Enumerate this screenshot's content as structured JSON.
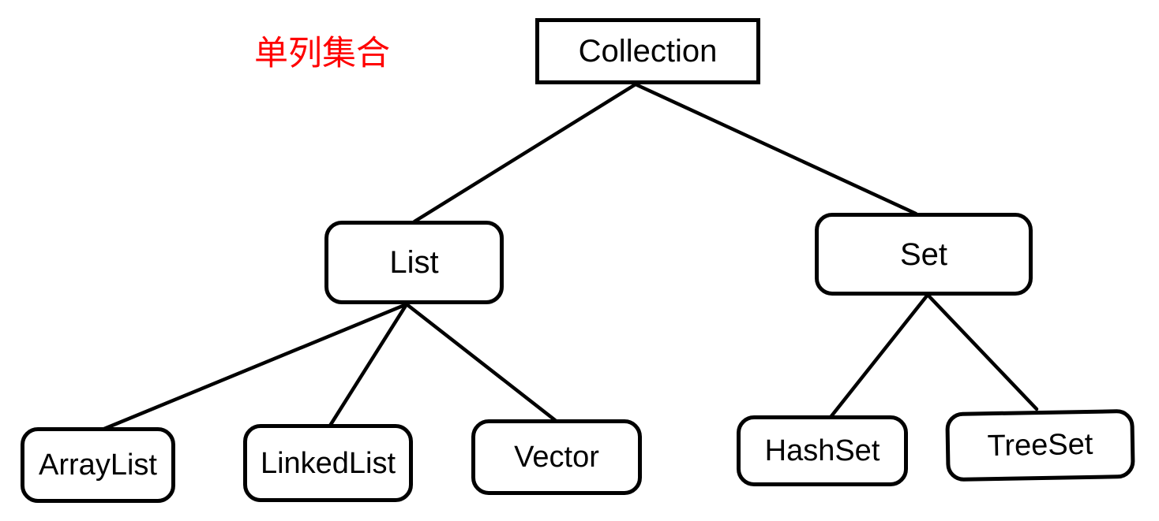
{
  "title": {
    "text": "单列集合",
    "color": "#ff0000"
  },
  "diagram": {
    "type": "hierarchy-tree",
    "nodes": {
      "collection": {
        "label": "Collection",
        "shape": "rectangle"
      },
      "list": {
        "label": "List",
        "shape": "rounded-rectangle"
      },
      "set": {
        "label": "Set",
        "shape": "rounded-rectangle"
      },
      "arraylist": {
        "label": "ArrayList",
        "shape": "rounded-rectangle"
      },
      "linkedlist": {
        "label": "LinkedList",
        "shape": "rounded-rectangle"
      },
      "vector": {
        "label": "Vector",
        "shape": "rounded-rectangle"
      },
      "hashset": {
        "label": "HashSet",
        "shape": "rounded-rectangle"
      },
      "treeset": {
        "label": "TreeSet",
        "shape": "rounded-rectangle"
      }
    },
    "edges": [
      {
        "from": "Collection",
        "to": "List"
      },
      {
        "from": "Collection",
        "to": "Set"
      },
      {
        "from": "List",
        "to": "ArrayList"
      },
      {
        "from": "List",
        "to": "LinkedList"
      },
      {
        "from": "List",
        "to": "Vector"
      },
      {
        "from": "Set",
        "to": "HashSet"
      },
      {
        "from": "Set",
        "to": "TreeSet"
      }
    ],
    "colors": {
      "background": "#ffffff",
      "box_fill": "#ffffff",
      "box_border": "#000000",
      "line": "#000000",
      "text": "#000000",
      "title_text": "#ff0000"
    }
  }
}
